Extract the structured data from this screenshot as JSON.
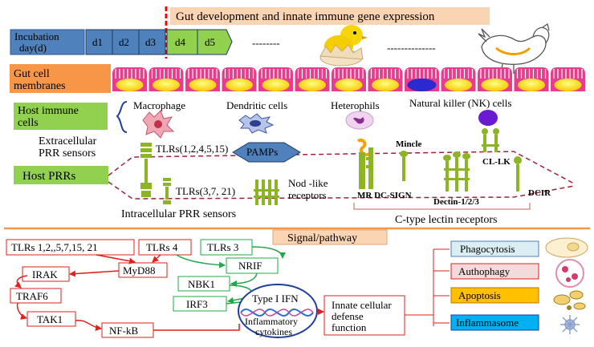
{
  "header": {
    "timeline_title": "Gut development and innate immune gene expression",
    "incubation_label_1": "Incubation",
    "incubation_label_2": "day(d)",
    "days": [
      "d1",
      "d2",
      "d3",
      "d4",
      "d5"
    ],
    "dash_1": "--------",
    "dash_2": "--------------"
  },
  "membranes": {
    "label_1": "Gut cell",
    "label_2": "membranes"
  },
  "immune_cells": {
    "label_1": "Host immune",
    "label_2": "cells",
    "macrophage": "Macrophage",
    "dendritic": "Dendritic cells",
    "heterophils": "Heterophils",
    "nk": "Natural killer (NK) cells"
  },
  "prr": {
    "extracellular_1": "Extracellular",
    "extracellular_2": "PRR sensors",
    "host_prrs": "Host PRRs",
    "tlrs_surface": "TLRs(1,2,4,5,15)",
    "pamps": "PAMPs",
    "mincle": "Mincle",
    "cllk": "CL-LK",
    "tlrs_internal": "TLRs(3,7, 21)",
    "nod_1": "Nod -like",
    "nod_2": "receptors",
    "mr_dcsign": "MR DC-SIGN",
    "dectin": "Dectin-1/2/3",
    "dcir": "DCIR",
    "intracellular": "Intracellular PRR sensors",
    "ctype": "C-type lectin receptors"
  },
  "pathway": {
    "title": "Signal/pathway",
    "tlrs_a": "TLRs 1,2,,5,7,15, 21",
    "tlrs_b": "TLRs 4",
    "tlrs_c": "TLRs 3",
    "myd88": "MyD88",
    "nrif": "NRIF",
    "irak": "IRAK",
    "nbk1": "NBK1",
    "traf6": "TRAF6",
    "irf3": "IRF3",
    "tak1": "TAK1",
    "nfkb": "NF-kB",
    "ifn": "Type I IFN",
    "cyto_1": "Inflammatory",
    "cyto_2": "cytokines",
    "innate_1": "Innate cellular",
    "innate_2": "defense",
    "innate_3": "function",
    "outcomes": [
      "Phagocytosis",
      "Authophagy",
      "Apoptosis",
      "Inflammasome"
    ]
  },
  "colors": {
    "blue_box": "#4f81bd",
    "green_box": "#92d050",
    "orange_box": "#f79646",
    "peach": "#fbd4b4",
    "timeline_red": "#ff0000",
    "arrow_red": "#e0201a",
    "arrow_green": "#22a84a",
    "receptor_green": "#8cb424",
    "membrane_pink": "#e83c8c",
    "membrane_yellow": "#ffe000",
    "outcome_blue": "#dbeef4",
    "outcome_pink": "#f2dcdb",
    "outcome_yellow": "#ffc000",
    "outcome_cyan": "#00b0f0"
  }
}
